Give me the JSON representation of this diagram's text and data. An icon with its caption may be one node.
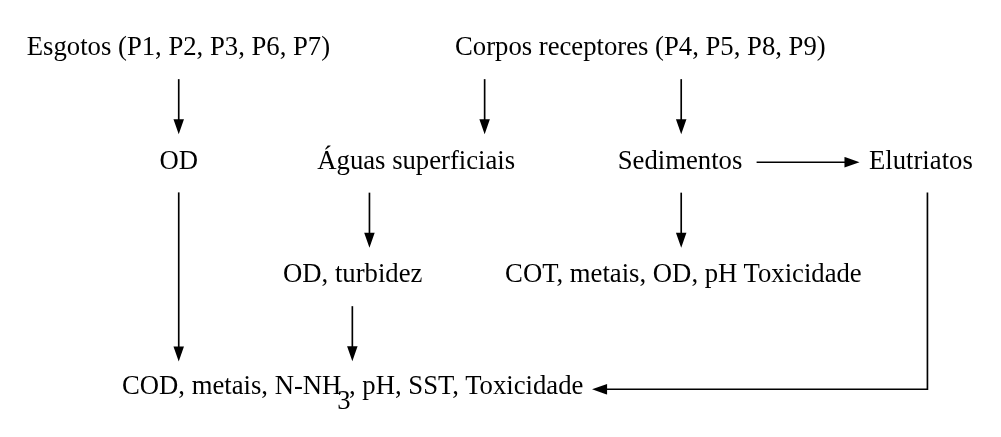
{
  "diagram": {
    "nodes": [
      {
        "text": [
          "Esgotos (P1, P2, P3, P6, P7)"
        ]
      },
      {
        "text": [
          "Corpos receptores (P4, P5, P8, P9)"
        ]
      },
      {
        "text": [
          "Águas superficiais"
        ]
      },
      {
        "text": [
          "Elutriatos"
        ]
      },
      {
        "text": [
          "Sedimentos"
        ]
      },
      {
        "text": [
          "OD"
        ]
      },
      {
        "text": [
          "OD, turbidez"
        ]
      },
      {
        "text": [
          "COD, metais, N-NH$_{3}$, pH, SST, Toxicidade"
        ]
      },
      {
        "text": [
          "COT, metais, OD, pH Toxicidade"
        ]
      }
    ],
    "edges": [
      {
        "from": 0,
        "to": 5,
        "arrow": "to"
      },
      {
        "from": 1,
        "to": 2,
        "arrow": "to"
      },
      {
        "from": 1,
        "to": 4,
        "arrow": "to"
      },
      {
        "from": 4,
        "to": 3,
        "arrow": "to"
      },
      {
        "from": 2,
        "to": 6,
        "arrow": "to"
      },
      {
        "from": 6,
        "to": 7,
        "arrow": "to"
      },
      {
        "from": 5,
        "to": 7,
        "arrow": "to"
      },
      {
        "from": 3,
        "to": 7,
        "arrow": "to"
      },
      {
        "from": 4,
        "to": 8,
        "arrow": "to"
      }
    ]
  }
}
